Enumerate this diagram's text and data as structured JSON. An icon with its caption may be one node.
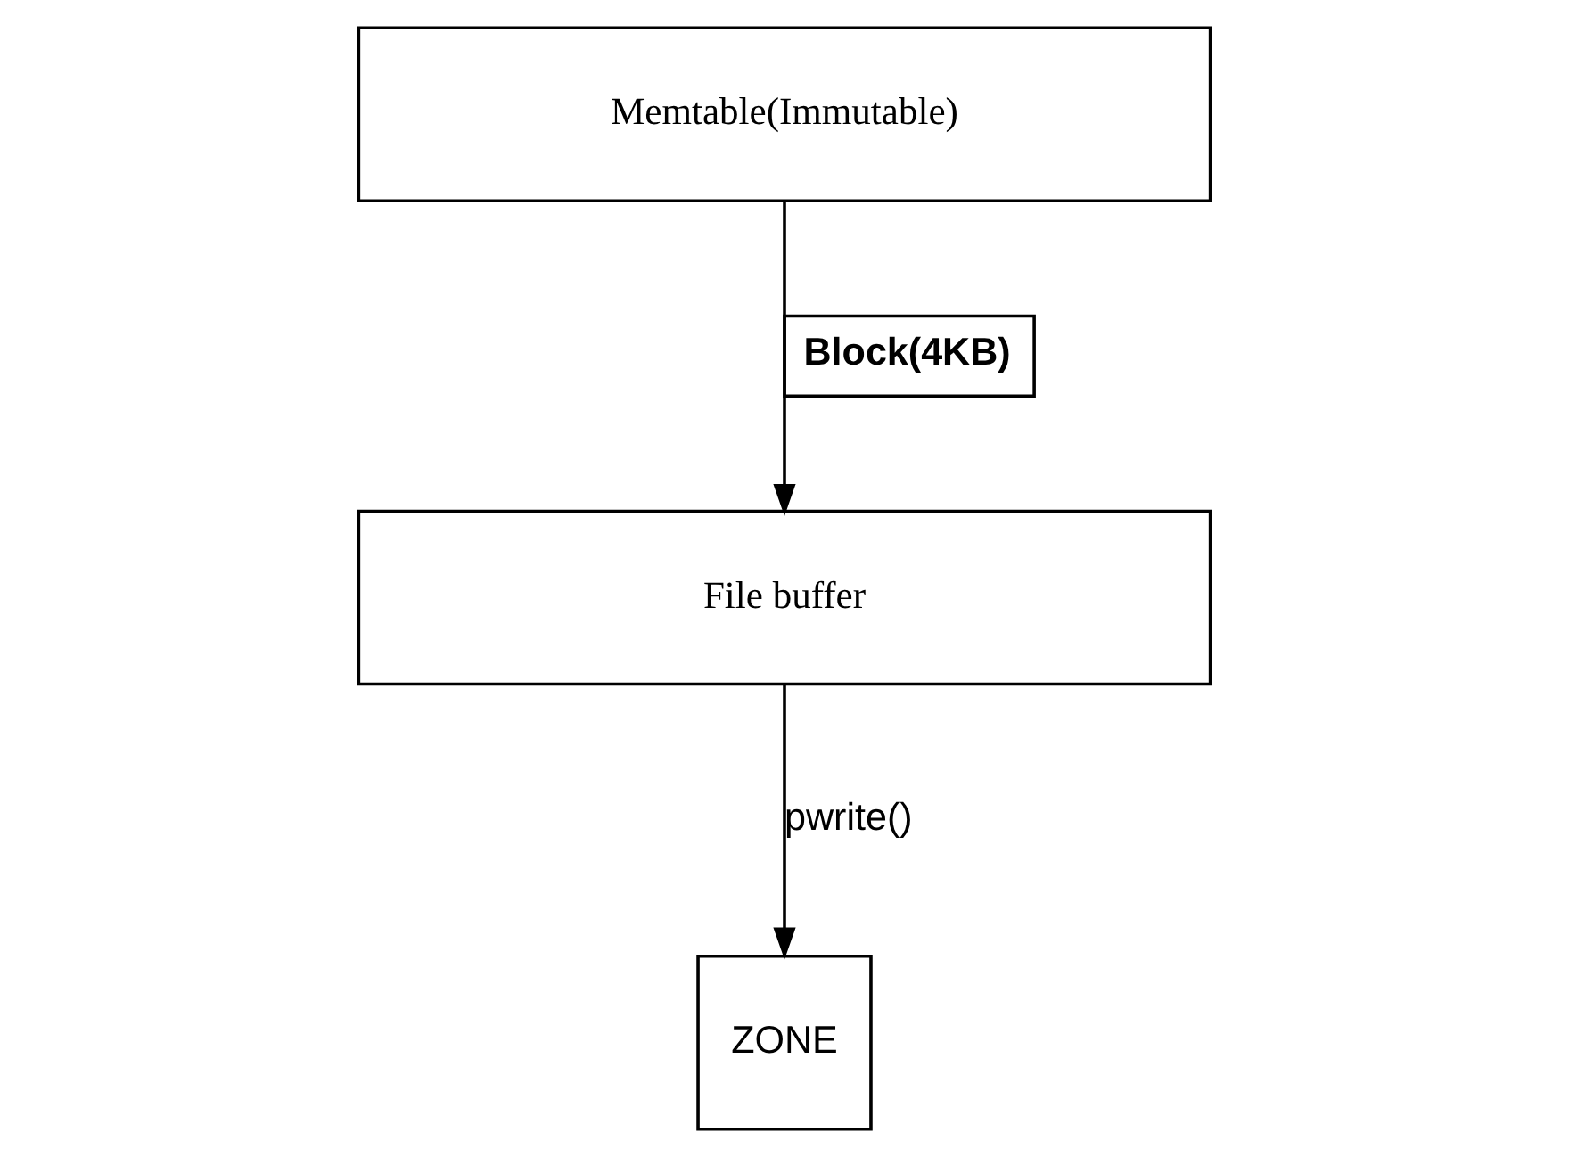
{
  "diagram": {
    "nodes": [
      {
        "text": [
          "Memtable(Immutable)"
        ]
      },
      {
        "text": [
          "File buffer"
        ]
      },
      {
        "text": [
          "ZONE"
        ]
      }
    ],
    "edges": [
      {
        "from": 0,
        "to": 1,
        "arrow": "to",
        "label": "Block(4KB)"
      },
      {
        "from": 1,
        "to": 2,
        "arrow": "to",
        "label": "pwrite()"
      }
    ]
  }
}
